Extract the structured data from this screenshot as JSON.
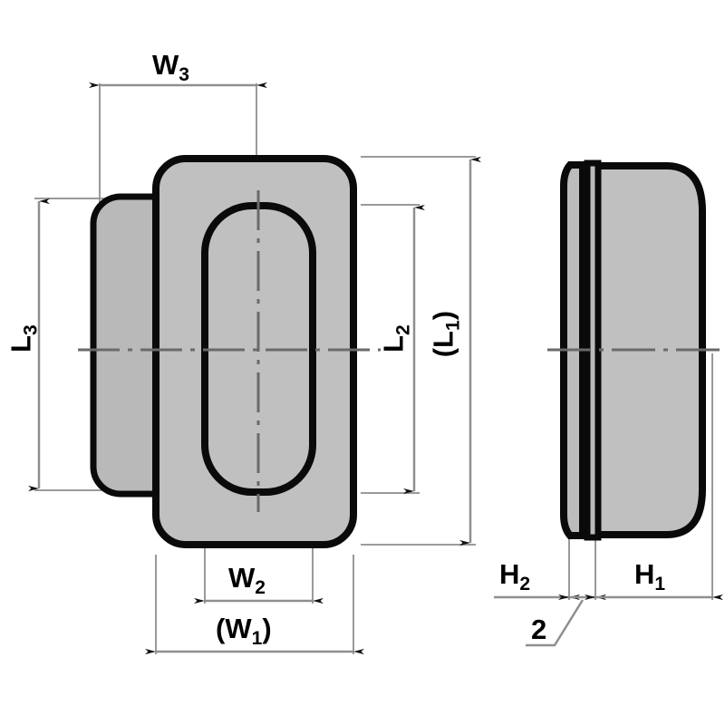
{
  "drawing": {
    "title": "Oval flush pull technical drawing",
    "type": "engineering-dimension-drawing",
    "views": [
      {
        "name": "front-view",
        "description": "Front elevation showing oval pull with back plate and inner slot"
      },
      {
        "name": "side-view",
        "description": "Side elevation showing flange plate and body profile"
      }
    ],
    "colors": {
      "outline": "#000000",
      "fill": "#b8b8b8",
      "fill_light": "#c4c4c4",
      "dimension_line": "#8c8c8c",
      "center_line": "#6e6e6e",
      "background": "#ffffff"
    }
  },
  "dimensions": {
    "w3": {
      "label": "W",
      "sub": "3",
      "view": "front-view",
      "orientation": "horizontal",
      "position": "top"
    },
    "w2": {
      "label": "W",
      "sub": "2",
      "view": "front-view",
      "orientation": "horizontal",
      "position": "bottom"
    },
    "w1": {
      "label": "(W",
      "sub": "1",
      "close": ")",
      "view": "front-view",
      "orientation": "horizontal",
      "position": "bottom"
    },
    "l3": {
      "label": "L",
      "sub": "3",
      "view": "front-view",
      "orientation": "vertical",
      "position": "left"
    },
    "l2": {
      "label": "L",
      "sub": "2",
      "view": "front-view",
      "orientation": "vertical",
      "position": "right"
    },
    "l1": {
      "label": "(L",
      "sub": "1",
      "close": ")",
      "view": "front-view",
      "orientation": "vertical",
      "position": "right"
    },
    "h2": {
      "label": "H",
      "sub": "2",
      "view": "side-view",
      "orientation": "horizontal",
      "position": "bottom"
    },
    "h1": {
      "label": "H",
      "sub": "1",
      "view": "side-view",
      "orientation": "horizontal",
      "position": "bottom"
    },
    "thickness": {
      "label": "2",
      "view": "side-view",
      "orientation": "leader",
      "position": "bottom"
    }
  }
}
